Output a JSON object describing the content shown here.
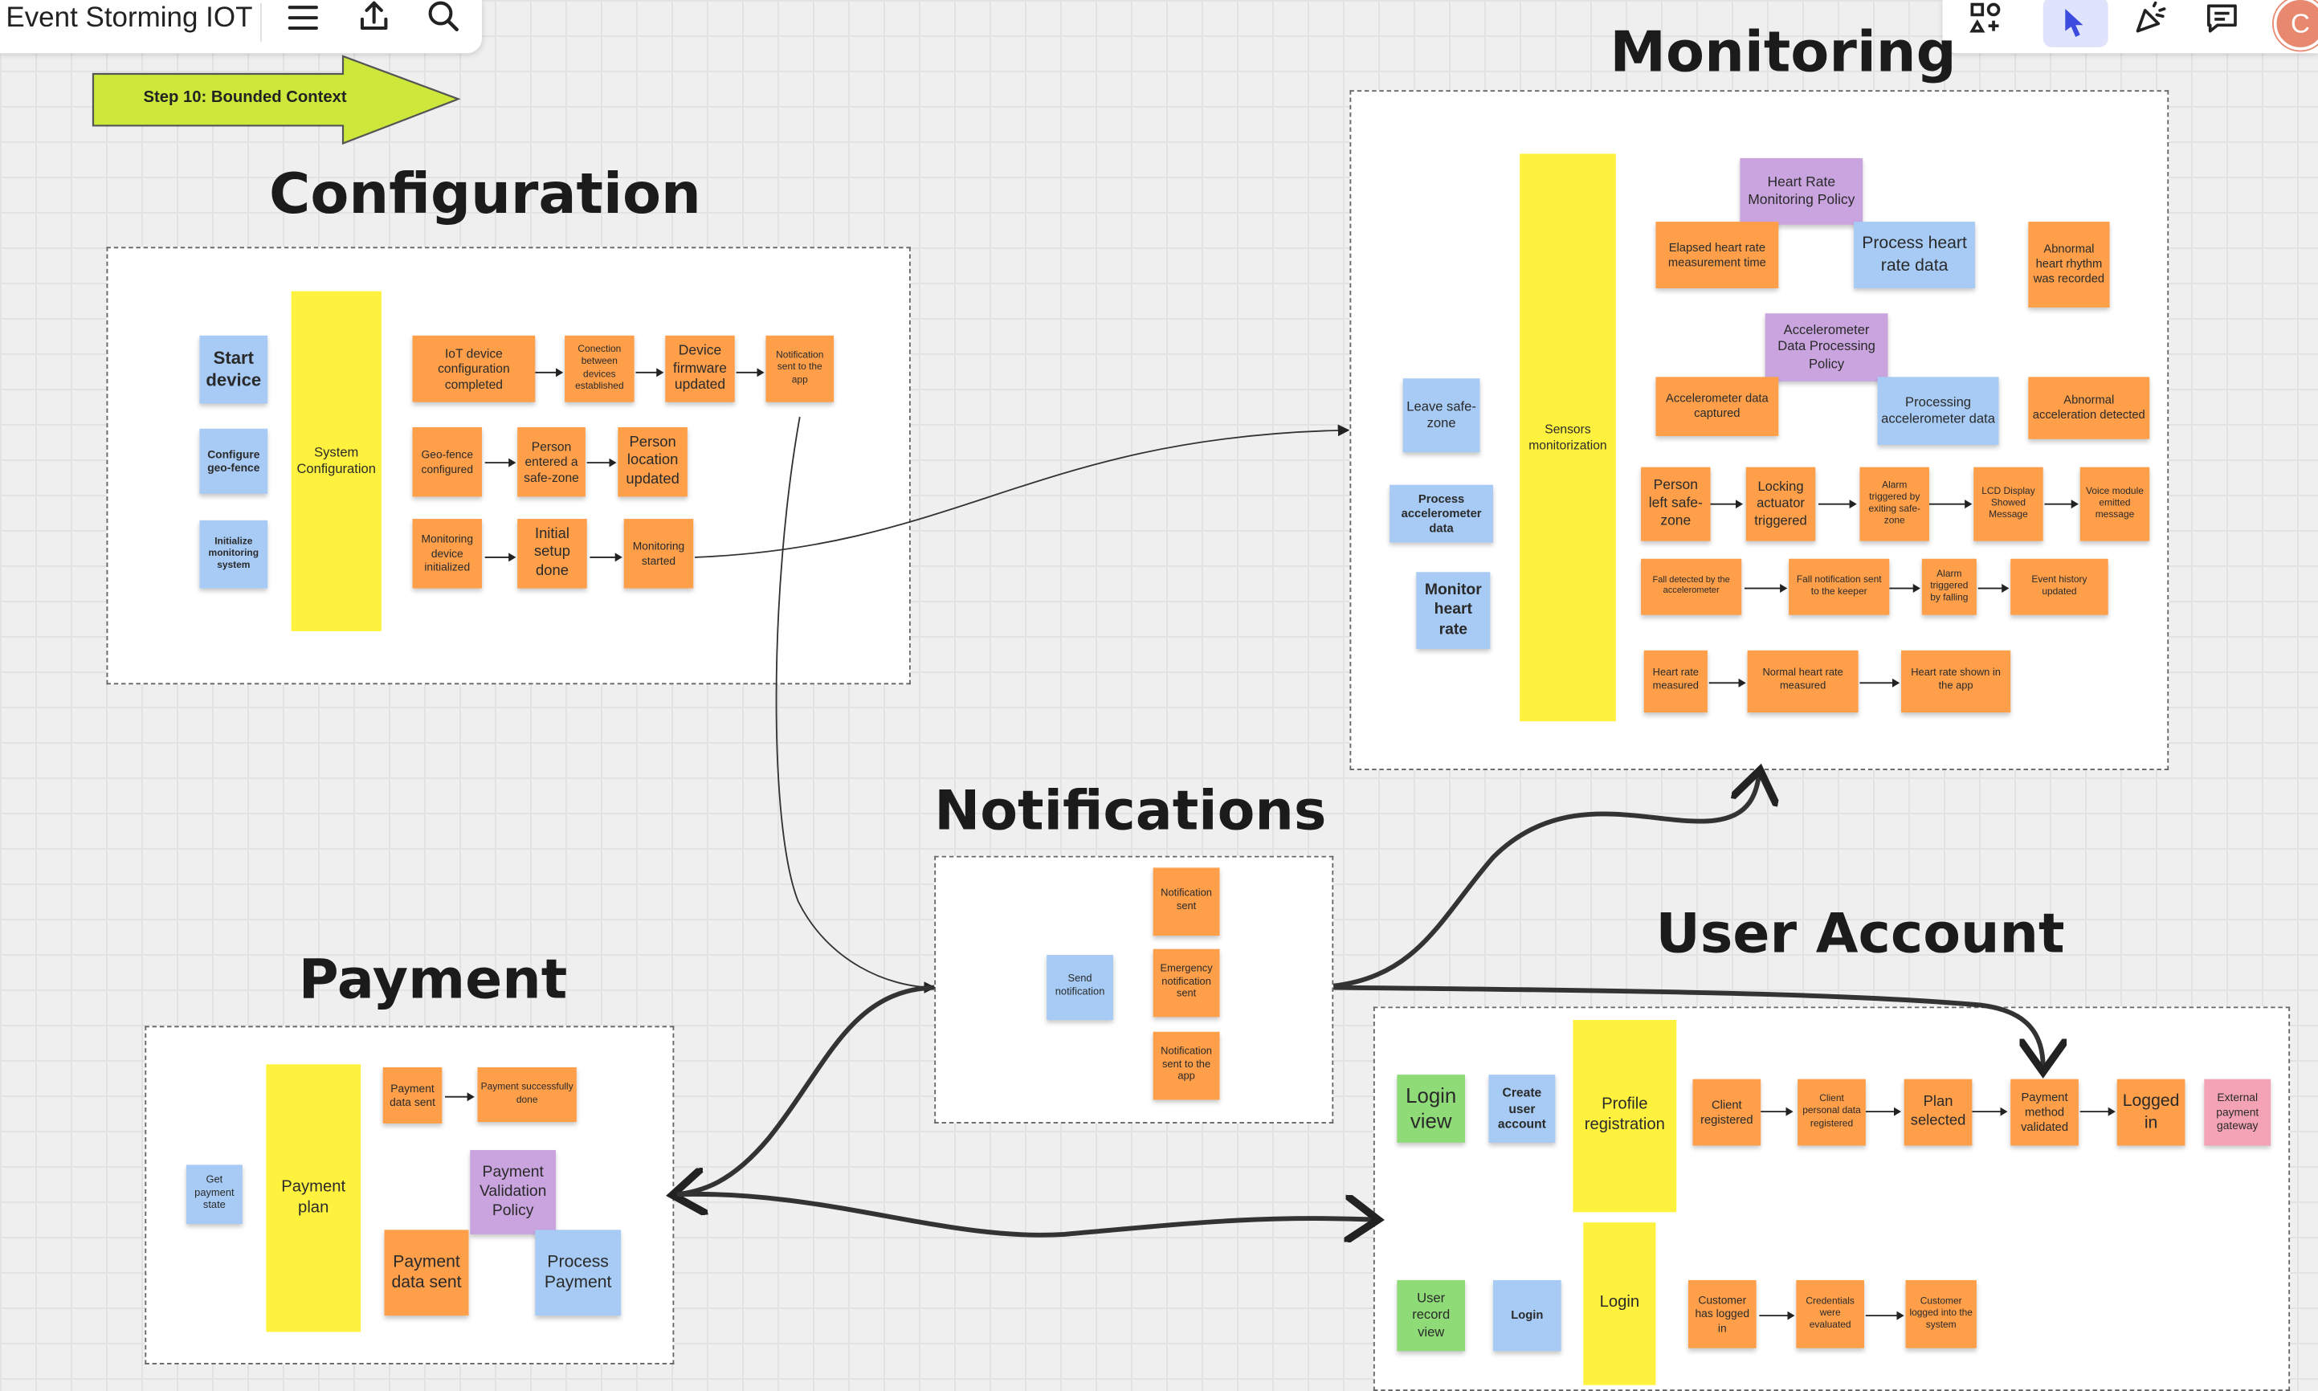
{
  "app": {
    "board_title": "Event Storming IOT",
    "user_initial": "C"
  },
  "toolbar": {
    "menu_icon": "menu-icon",
    "export_icon": "export-icon",
    "search_icon": "search-icon",
    "apps_icon": "apps-icon",
    "select_icon": "select-pointer-icon",
    "reactions_icon": "celebrate-icon",
    "comments_icon": "comments-icon"
  },
  "step_label": "Step 10: Bounded Context",
  "colors": {
    "event": "#ff9f4a",
    "command": "#a7cbf5",
    "aggregate": "#fff23f",
    "policy": "#c9a4df",
    "view": "#8edb77",
    "external": "#f4a3b4",
    "step_arrow": "#cde83a"
  },
  "sections": {
    "configuration": {
      "title": "Configuration",
      "commands": [
        "Start device",
        "Configure geo-fence",
        "Initialize monitoring system"
      ],
      "aggregate": "System Configuration",
      "row1": [
        "IoT device configuration completed",
        "Conection between devices established",
        "Device firmware updated",
        "Notification sent to the app"
      ],
      "row2": [
        "Geo-fence configured",
        "Person entered a safe-zone",
        "Person location updated"
      ],
      "row3": [
        "Monitoring device initialized",
        "Initial setup done",
        "Monitoring started"
      ]
    },
    "monitoring": {
      "title": "Monitoring",
      "commands": [
        "Leave safe-zone",
        "Process accelerometer data",
        "Monitor heart rate"
      ],
      "aggregate": "Sensors monitorization",
      "heart_policy": "Heart Rate Monitoring Policy",
      "heart_elapsed": "Elapsed heart rate measurement time",
      "process_heart": "Process heart rate data",
      "abnormal_heart": "Abnormal heart rhythm was recorded",
      "accel_policy": "Accelerometer Data Processing Policy",
      "accel_captured": "Accelerometer data captured",
      "processing_accel": "Processing accelerometer data",
      "abnormal_accel": "Abnormal acceleration detected",
      "row1": [
        "Person left safe-zone",
        "Locking actuator triggered",
        "Alarm triggered by exiting safe-zone",
        "LCD Display Showed Message",
        "Voice module emitted message"
      ],
      "row2": [
        "Fall detected by the accelerometer",
        "Fall notification sent to the keeper",
        "Alarm triggered by falling",
        "Event history updated"
      ],
      "row3": [
        "Heart rate measured",
        "Normal heart rate measured",
        "Heart rate shown in the app"
      ]
    },
    "notifications": {
      "title": "Notifications",
      "command": "Send notification",
      "events": [
        "Notification sent",
        "Emergency notification sent",
        "Notification sent to the app"
      ]
    },
    "payment": {
      "title": "Payment",
      "command": "Get payment state",
      "aggregate": "Payment plan",
      "event1": "Payment data sent",
      "event2": "Payment successfully done",
      "policy": "Payment Validation Policy",
      "event3": "Payment data sent",
      "command2": "Process Payment"
    },
    "user_account": {
      "title": "User Account",
      "view1": "Login view",
      "command1": "Create user account",
      "aggregate1": "Profile registration",
      "row1": [
        "Client registered",
        "Client personal data registered",
        "Plan selected",
        "Payment method validated",
        "Logged in"
      ],
      "external": "External payment gateway",
      "view2": "User record view",
      "command2": "Login",
      "aggregate2": "Login",
      "row2": [
        "Customer has logged in",
        "Credentials were evaluated",
        "Customer logged into the system"
      ]
    }
  }
}
